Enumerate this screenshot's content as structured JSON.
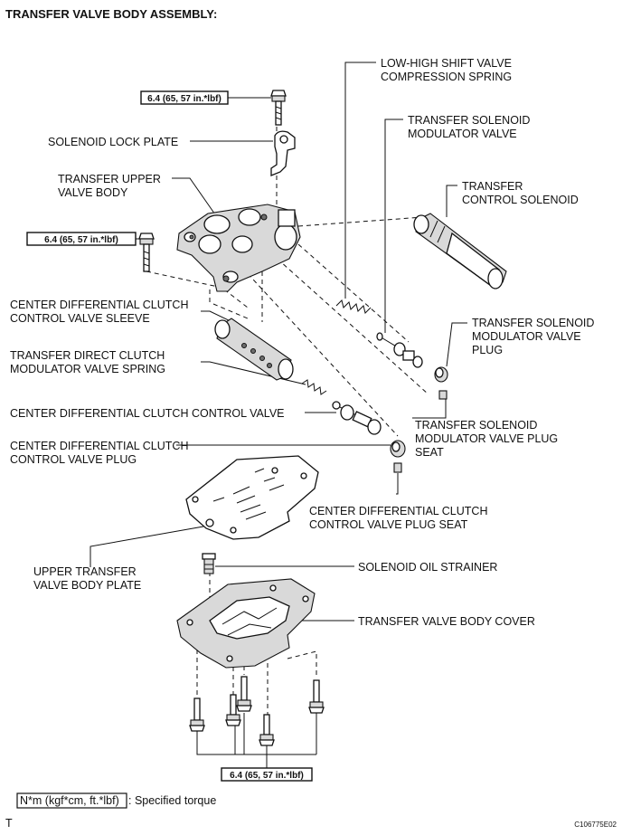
{
  "title": "TRANSFER VALVE BODY ASSEMBLY:",
  "torque": "6.4 (65, 57 in.*lbf)",
  "labels": {
    "low_high_spring": [
      "LOW-HIGH SHIFT VALVE",
      "COMPRESSION SPRING"
    ],
    "solenoid_modulator_valve": [
      "TRANSFER SOLENOID",
      "MODULATOR VALVE"
    ],
    "solenoid_lock_plate": [
      "SOLENOID LOCK PLATE"
    ],
    "upper_valve_body": [
      "TRANSFER UPPER",
      "VALVE BODY"
    ],
    "control_solenoid": [
      "TRANSFER",
      "CONTROL SOLENOID"
    ],
    "cdc_control_valve_sleeve": [
      "CENTER DIFFERENTIAL CLUTCH",
      "CONTROL VALVE SLEEVE"
    ],
    "modulator_valve_plug": [
      "TRANSFER SOLENOID",
      "MODULATOR VALVE",
      "PLUG"
    ],
    "direct_clutch_spring": [
      "TRANSFER DIRECT CLUTCH",
      "MODULATOR VALVE SPRING"
    ],
    "cdc_control_valve": [
      "CENTER DIFFERENTIAL CLUTCH CONTROL VALVE"
    ],
    "modulator_plug_seat": [
      "TRANSFER SOLENOID",
      "MODULATOR VALVE PLUG",
      "SEAT"
    ],
    "cdc_control_valve_plug": [
      "CENTER DIFFERENTIAL CLUTCH",
      "CONTROL VALVE PLUG"
    ],
    "cdc_plug_seat": [
      "CENTER DIFFERENTIAL CLUTCH",
      "CONTROL VALVE PLUG SEAT"
    ],
    "upper_valve_body_plate": [
      "UPPER TRANSFER",
      "VALVE BODY PLATE"
    ],
    "oil_strainer": [
      "SOLENOID OIL STRAINER"
    ],
    "valve_body_cover": [
      "TRANSFER VALVE BODY COVER"
    ]
  },
  "legend": {
    "box": "N*m (kgf*cm, ft.*lbf)",
    "text": ": Specified torque"
  },
  "footer": {
    "left": "T",
    "right": "C106775E02"
  }
}
